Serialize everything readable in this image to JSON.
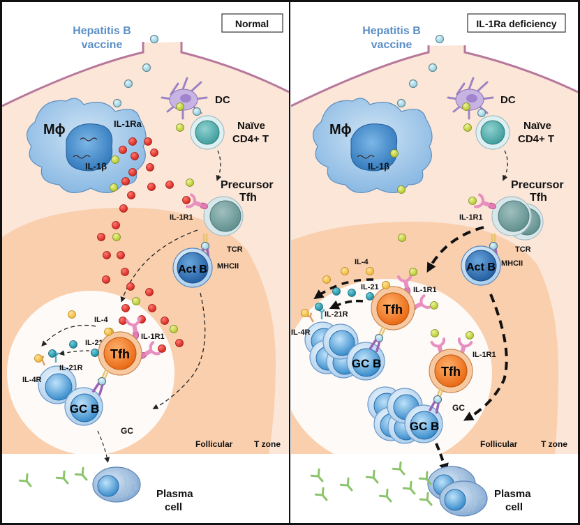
{
  "figure": {
    "panels": [
      {
        "id": "normal",
        "condition_label": "Normal",
        "vaccine_label_line1": "Hepatitis B",
        "vaccine_label_line2": "vaccine",
        "macrophage_label": "Mϕ",
        "il1ra_label": "IL-1Ra",
        "il1b_label": "IL-1β",
        "dc_label": "DC",
        "naive_label_line1": "Naïve",
        "naive_label_line2": "CD4+ T",
        "precursor_label_line1": "Precursor",
        "precursor_label_line2": "Tfh",
        "il1r1_label": "IL-1R1",
        "tcr_label": "TCR",
        "mhcii_label": "MHCII",
        "actb_label": "Act B",
        "il4_label": "IL-4",
        "il21_label": "IL-21",
        "il21r_label": "IL-21R",
        "il4r_label": "IL-4R",
        "tfh_label": "Tfh",
        "tfh_il1r1_label": "IL-1R1",
        "gcb_label": "GC B",
        "gc_label": "GC",
        "follicular_label": "Follicular",
        "tzone_label": "T zone",
        "plasma_label_line1": "Plasma",
        "plasma_label_line2": "cell"
      },
      {
        "id": "il1ra-deficiency",
        "condition_label": "IL-1Ra deficiency",
        "vaccine_label_line1": "Hepatitis B",
        "vaccine_label_line2": "vaccine",
        "macrophage_label": "Mϕ",
        "il1b_label": "IL-1β",
        "dc_label": "DC",
        "naive_label_line1": "Naïve",
        "naive_label_line2": "CD4+ T",
        "precursor_label_line1": "Precursor",
        "precursor_label_line2": "Tfh",
        "il1r1_label": "IL-1R1",
        "tcr_label": "TCR",
        "mhcii_label": "MHCII",
        "actb_label": "Act B",
        "il4_label": "IL-4",
        "il21_label": "IL-21",
        "il21r_label": "IL-21R",
        "il4r_label": "IL-4R",
        "tfh_label": "Tfh",
        "tfh_il1r1_label": "IL-1R1",
        "tfh2_label": "Tfh",
        "tfh2_il1r1_label": "IL-1R1",
        "gcb_label": "GC B",
        "gcb2_label": "GC B",
        "gc_label": "GC",
        "follicular_label": "Follicular",
        "tzone_label": "T zone",
        "plasma_label_line1": "Plasma",
        "plasma_label_line2": "cell"
      }
    ],
    "colors": {
      "tissue": "#fbe6d8",
      "follicle": "#f9cfae",
      "gc": "#fefaf7",
      "membrane": "#b7789b",
      "macrophage": "#9cc3e6",
      "nucleus": "#3d86c6",
      "il1ra_dot": "#e0322f",
      "il1b_dot": "#bcd03a",
      "antigen_dot": "#a8dbe8",
      "il4_dot": "#f6c85a",
      "il21_dot": "#2a9ab0",
      "tfh": "#f07b1d",
      "tfh_outer": "#f8c9a0",
      "b_cell": "#4aa0dc",
      "b_outer": "#c7e0f5",
      "antibody": "#8bc46a",
      "vaccine_text": "#5b8fc7"
    }
  }
}
